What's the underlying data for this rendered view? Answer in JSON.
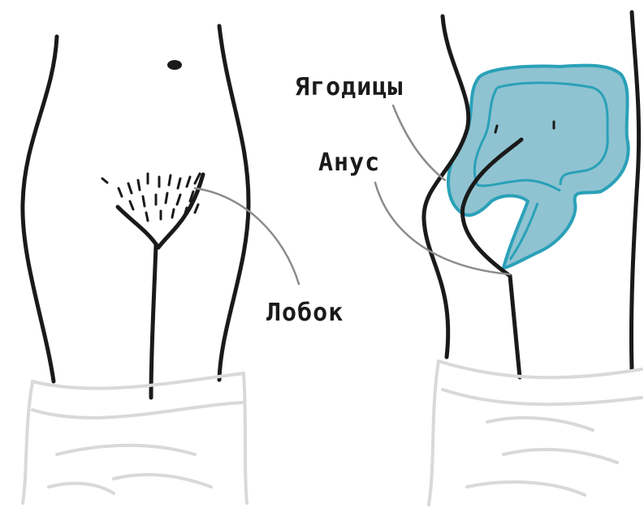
{
  "labels": {
    "pubis": "Лобок",
    "buttocks": "Ягодицы",
    "anus": "Анус"
  },
  "colors": {
    "ink": "#1a1a1a",
    "leader_line": "#8c8c8c",
    "clothing": "#d9d9d9",
    "colon_fill": "#8fc3d1",
    "colon_stroke": "#2aa1b8"
  },
  "figures": [
    {
      "view": "front",
      "icon": "front-torso-illustration"
    },
    {
      "view": "side",
      "icon": "side-torso-with-colon-illustration"
    }
  ]
}
